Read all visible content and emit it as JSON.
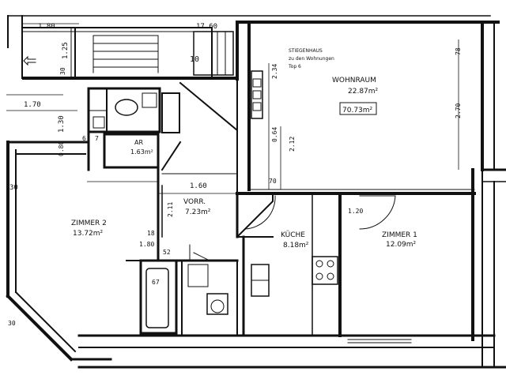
{
  "rooms": {
    "wohnraum": {
      "name": "WOHNRAUM",
      "area": "22.87m²",
      "area2": "70.73m²"
    },
    "zimmer2": {
      "name": "ZIMMER 2",
      "area": "13.72m²"
    },
    "zimmer1": {
      "name": "ZIMMER 1",
      "area": "12.09m²"
    },
    "kueche": {
      "name": "KÜCHE",
      "area": "8.18m²"
    },
    "vorr": {
      "name": "VORR.",
      "area": "7.23m²"
    },
    "ar": {
      "name": "AR",
      "area": "1.63m²"
    }
  },
  "notes": {
    "wohnraum_note_1": "STIEGENHAUS",
    "wohnraum_note_2": "zu den Wohnungen",
    "wohnraum_note_3": "Top 6"
  },
  "dimensions": {
    "d_180": "1.80",
    "d_125": "1.25",
    "d_30a": "30",
    "d_170": "1.70",
    "d_130": "1.30",
    "d_080": "0.80",
    "d_6": "6",
    "d_7": "7",
    "d_30b": "30",
    "d_1760": "17.60",
    "d_10": "10",
    "d_234": "2.34",
    "d_064": "0.64",
    "d_212": "2.12",
    "d_70": "70",
    "d_78": "78",
    "d_270": "2.70",
    "d_160": "1.60",
    "d_211": "2.11",
    "d_120": "1.20",
    "d_30c": "30",
    "d_52": "52",
    "d_18": "18",
    "d_18b": "1.80",
    "d_67": "67"
  }
}
